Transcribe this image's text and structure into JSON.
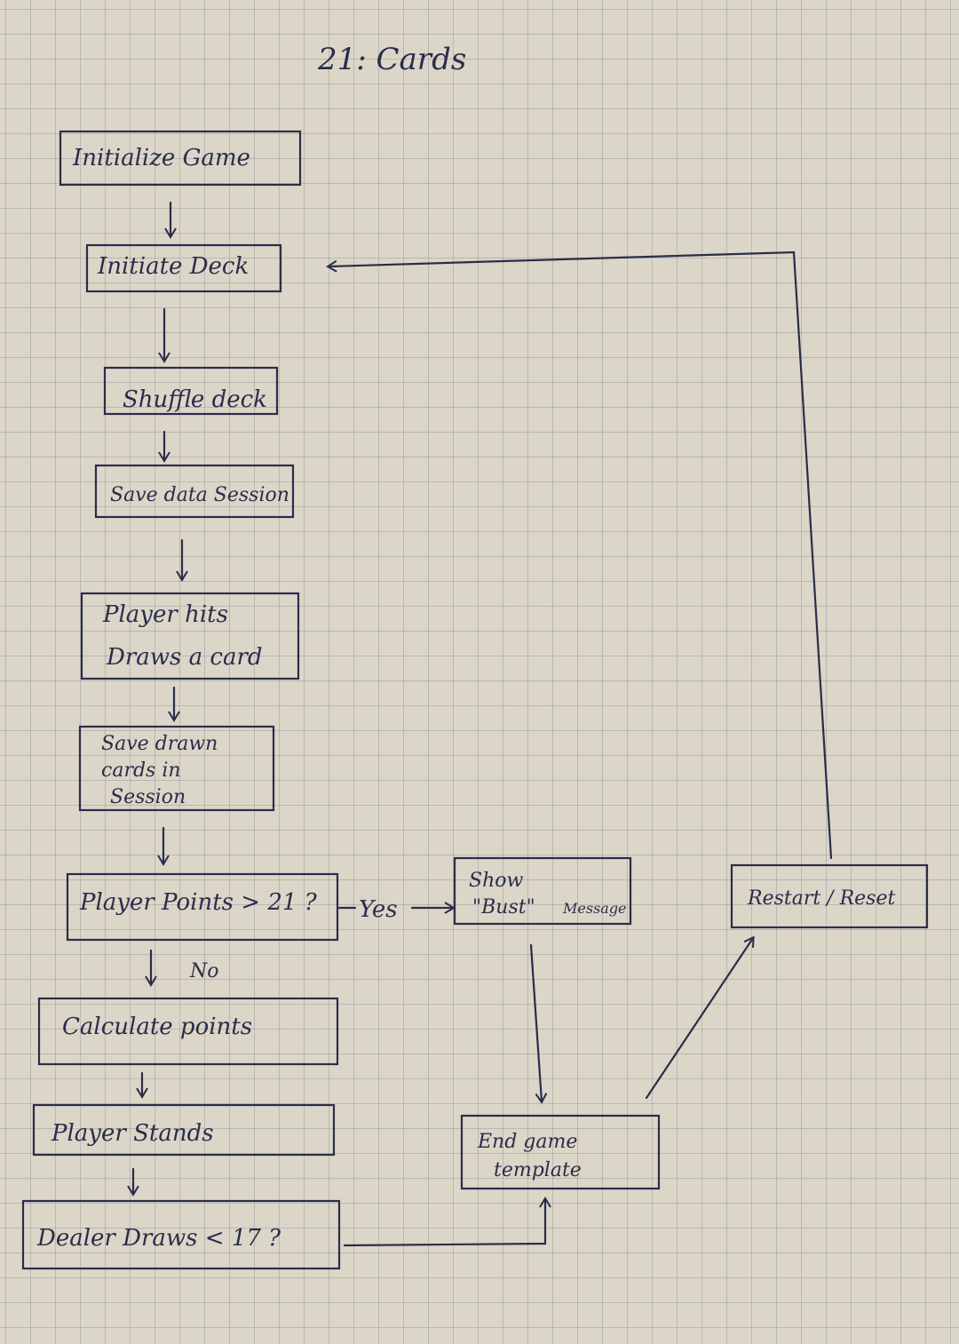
{
  "title": "21: Cards",
  "nodes": {
    "initialize_game": "Initialize Game",
    "initiate_deck": "Initiate Deck",
    "shuffle_deck": "Shuffle deck",
    "save_data_session": "Save data Session",
    "player_hits_line1": "Player hits",
    "player_hits_line2": "Draws a card",
    "save_drawn_line1": "Save drawn",
    "save_drawn_line2": "cards in",
    "save_drawn_line3": "Session",
    "player_points_check": "Player Points > 21 ?",
    "calculate_points": "Calculate points",
    "player_stands": "Player Stands",
    "dealer_draws_check": "Dealer Draws < 17 ?",
    "show_bust_line1": "Show",
    "show_bust_line2": "\"Bust\"",
    "show_bust_line3": "Message",
    "end_game_line1": "End game",
    "end_game_line2": "template",
    "restart_reset": "Restart / Reset"
  },
  "edge_labels": {
    "yes": "Yes",
    "no": "No"
  },
  "colors": {
    "ink": "#2a2d4a",
    "paper": "#dcd6c8",
    "grid": "#7a8290"
  }
}
